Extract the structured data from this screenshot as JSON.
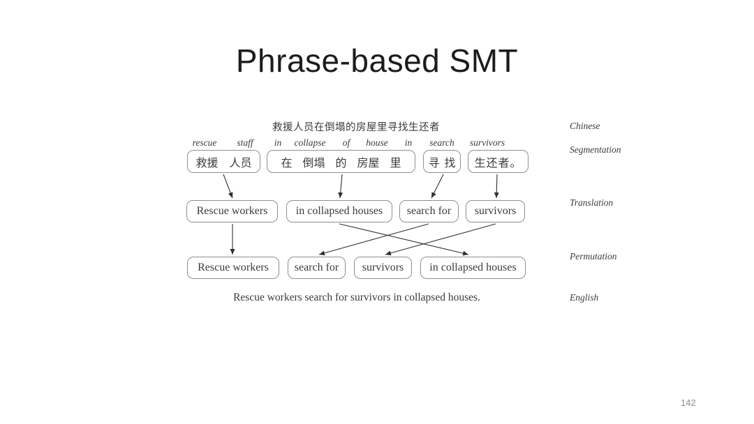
{
  "slide": {
    "title": "Phrase-based SMT",
    "page_number": "142"
  },
  "diagram": {
    "chinese_sentence": "救援人员在倒塌的房屋里寻找生还者",
    "gloss_words": [
      "rescue",
      "staff",
      "in",
      "collapse",
      "of",
      "house",
      "in",
      "search",
      "survivors"
    ],
    "segmentation_boxes": [
      "救援 人员",
      "在 倒塌 的 房屋 里",
      "寻 找",
      "生还者。"
    ],
    "translation_boxes": [
      "Rescue workers",
      "in collapsed houses",
      "search for",
      "survivors"
    ],
    "permutation_boxes": [
      "Rescue workers",
      "search for",
      "survivors",
      "in collapsed houses"
    ],
    "english_sentence": "Rescue workers search for survivors in collapsed houses.",
    "stage_labels": [
      "Chinese",
      "Segmentation",
      "Translation",
      "Permutation",
      "English"
    ],
    "translation_to_permutation_order": [
      0,
      3,
      1,
      2
    ],
    "colors": {
      "ink": "#3b3b3b",
      "box_border": "#8f8f8f",
      "title": "#1c1c1c",
      "page_number": "#8c8c8c"
    }
  }
}
